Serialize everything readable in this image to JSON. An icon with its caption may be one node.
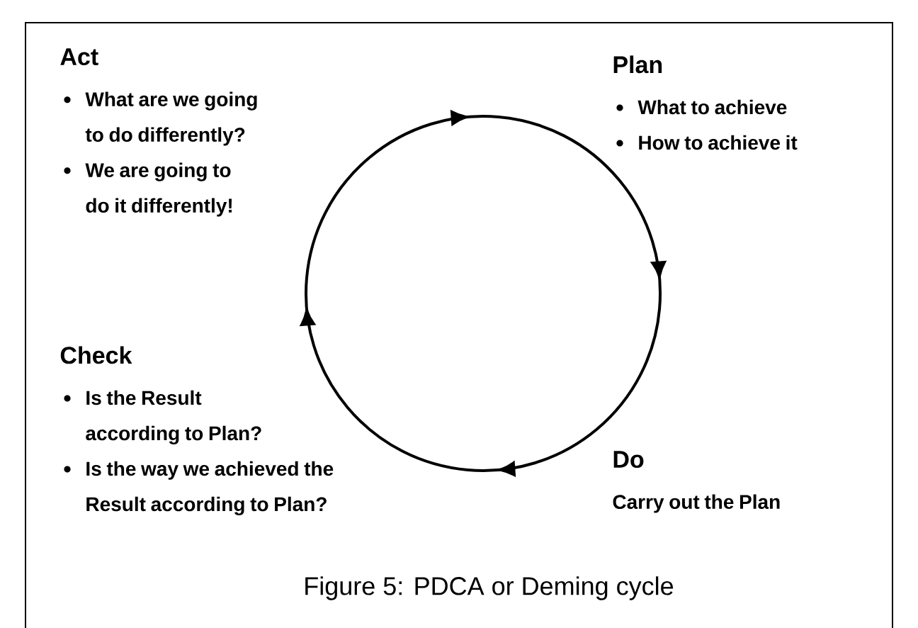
{
  "diagram": {
    "caption": "Figure 5: PDCA or Deming cycle",
    "nodes": [
      {
        "text": [
          "Act",
          "What are we going to do differently?",
          "We are going to do it differently!"
        ]
      },
      {
        "text": [
          "Plan",
          "What to achieve",
          "How to achieve it"
        ]
      },
      {
        "text": [
          "Check",
          "Is the Result according to Plan?",
          "Is the way we achieved the Result according to Plan?"
        ]
      },
      {
        "text": [
          "Do",
          "Carry out the Plan"
        ]
      }
    ]
  }
}
